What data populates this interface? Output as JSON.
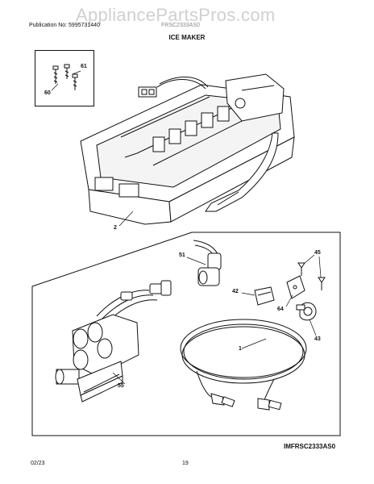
{
  "header": {
    "watermark": "AppliancePartsPros.com",
    "publication": "Publication No: 5995731440",
    "model": "FRSC2333AS0"
  },
  "title": "ICE MAKER",
  "callouts": {
    "c60": "60",
    "c61": "61",
    "c2": "2",
    "c51": "51",
    "c45": "45",
    "c42": "42",
    "c64": "64",
    "c43": "43",
    "c1": "1",
    "c55": "55"
  },
  "figure_code": "IMFRSC2333AS0",
  "footer": {
    "date": "02/23",
    "page": "19"
  }
}
